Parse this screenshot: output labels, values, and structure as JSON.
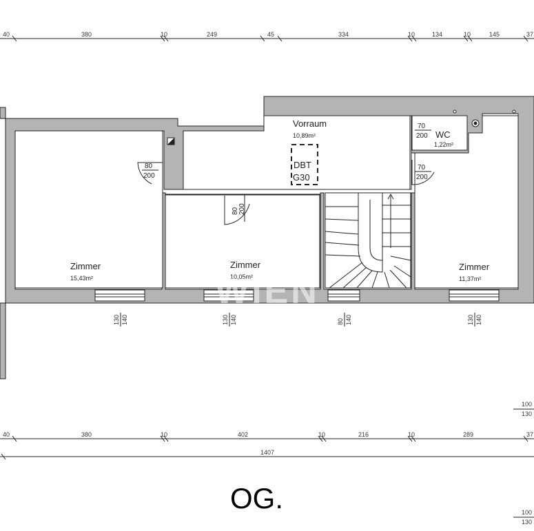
{
  "dimensions": {
    "top": [
      "40",
      "380",
      "10",
      "249",
      "45",
      "334",
      "10",
      "134",
      "10",
      "145",
      "37"
    ],
    "bottom": [
      "40",
      "380",
      "10",
      "402",
      "10",
      "216",
      "10",
      "289",
      "37"
    ],
    "total": "1407",
    "right_fraction": {
      "num": "100",
      "den": "130"
    },
    "right_fraction_2": {
      "num": "100",
      "den": "130"
    }
  },
  "rooms": [
    {
      "name": "Zimmer",
      "area": "15,43m²"
    },
    {
      "name": "Zimmer",
      "area": "10,05m²"
    },
    {
      "name": "Zimmer",
      "area": "11,37m²"
    },
    {
      "name": "Vorraum",
      "area": "10,89m²"
    },
    {
      "name": "WC",
      "area": "1,22m²"
    }
  ],
  "doors": [
    {
      "w": "80",
      "h": "200"
    },
    {
      "w": "70",
      "h": "200"
    },
    {
      "w": "70",
      "h": "200"
    },
    {
      "w": "80",
      "h": "200"
    }
  ],
  "windows": [
    {
      "a": "130",
      "b": "140"
    },
    {
      "a": "130",
      "b": "140"
    },
    {
      "a": "80",
      "b": "140"
    },
    {
      "a": "130",
      "b": "140"
    }
  ],
  "shaft": {
    "line1": "DBT",
    "line2": "G30"
  },
  "watermark": "WIEN",
  "floor_label": "OG."
}
